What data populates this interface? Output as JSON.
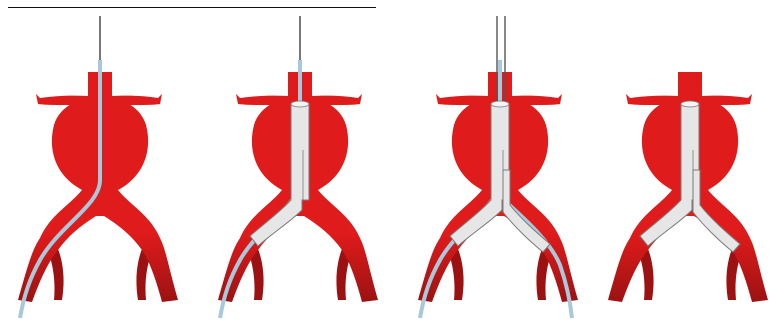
{
  "figure": {
    "colors": {
      "aorta": "#e01b1b",
      "aorta_dark": "#9c1212",
      "stent_graft": "#e6e6e6",
      "stent_outline": "#7a7a7a",
      "guidewire": "#555555",
      "catheter": "#a8c8dc",
      "rule": "#111111"
    },
    "panels": [
      {
        "step": 1,
        "guidewire": "single",
        "main_body": false,
        "contralateral_limb": false,
        "ipsilateral_sheath": true,
        "contralateral_sheath": false
      },
      {
        "step": 2,
        "guidewire": "single",
        "main_body": true,
        "contralateral_limb": false,
        "ipsilateral_sheath": true,
        "contralateral_sheath": false
      },
      {
        "step": 3,
        "guidewire": "double",
        "main_body": true,
        "contralateral_limb": true,
        "ipsilateral_sheath": true,
        "contralateral_sheath": true
      },
      {
        "step": 4,
        "guidewire": "none",
        "main_body": true,
        "contralateral_limb": true,
        "ipsilateral_sheath": false,
        "contralateral_sheath": false
      }
    ]
  }
}
